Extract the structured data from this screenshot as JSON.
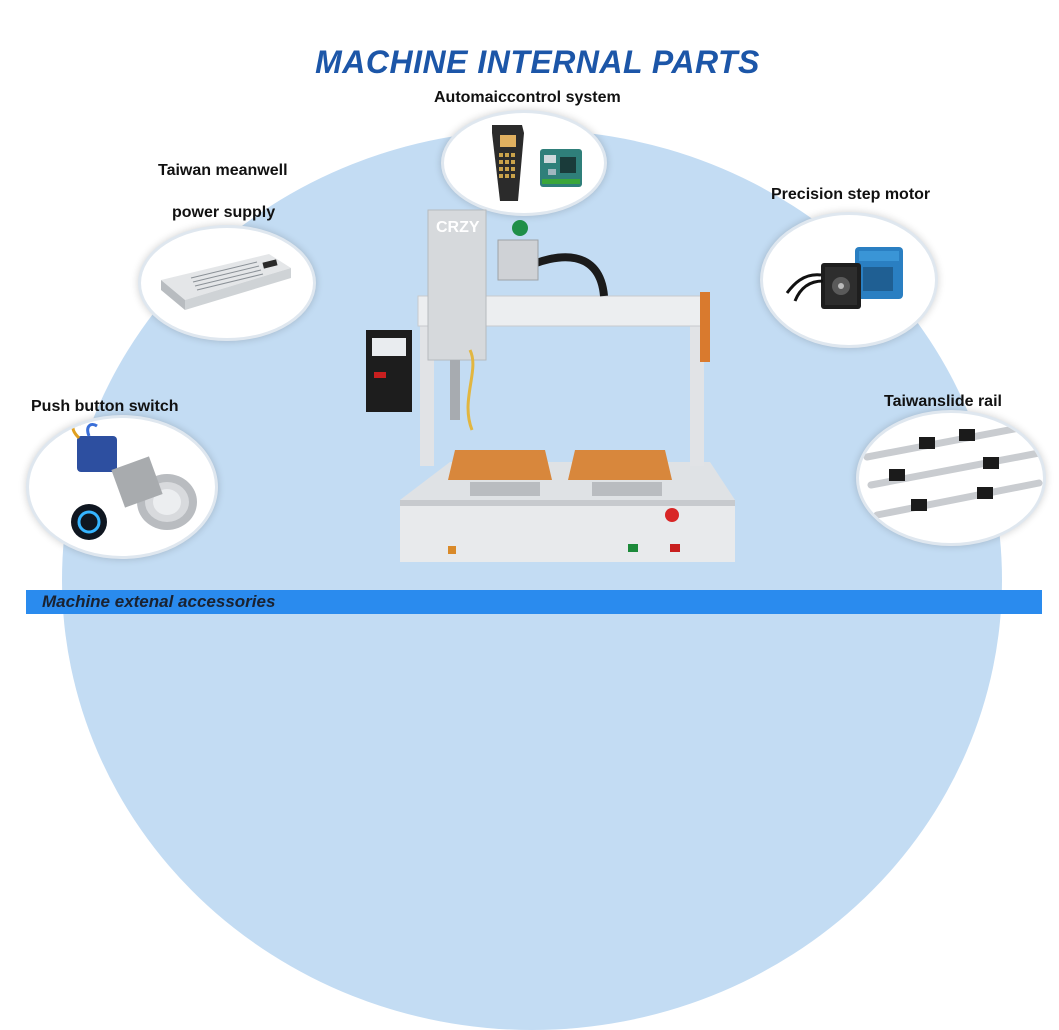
{
  "header": {
    "title": "MACHINE INTERNAL PARTS"
  },
  "parts": {
    "control": "Automaiccontrol system",
    "meanwell_line1": "Taiwan meanwell",
    "meanwell_line2": "power supply",
    "motor": "Precision step motor",
    "button": "Push button switch",
    "rail": "Taiwanslide rail"
  },
  "machine": {
    "logo": "CRZY"
  },
  "footer": {
    "label": "Machine extenal accessories"
  },
  "colors": {
    "title": "#1c56a8",
    "dome": "#c3dcf3",
    "footer_bar": "#2a8bee"
  }
}
